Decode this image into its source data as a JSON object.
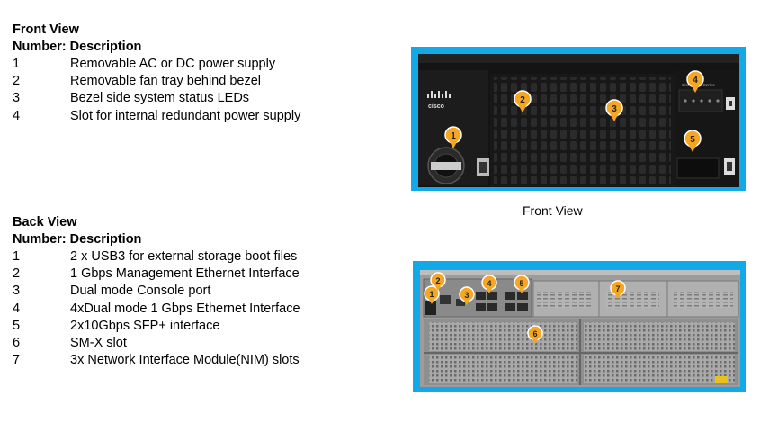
{
  "front": {
    "heading": "Front View",
    "subheading": "Number: Description",
    "items": [
      {
        "num": "1",
        "desc": "Removable AC or DC power supply"
      },
      {
        "num": "2",
        "desc": "Removable fan tray behind bezel"
      },
      {
        "num": "3",
        "desc": "Bezel side system status LEDs"
      },
      {
        "num": "4",
        "desc": "Slot for internal redundant power supply"
      }
    ],
    "caption": "Front View",
    "photo_logo": "cisco",
    "photo_series": "Cisco 4000 Series",
    "callouts": [
      "1",
      "2",
      "3",
      "4",
      "5"
    ]
  },
  "back": {
    "heading": "Back View",
    "subheading": "Number: Description",
    "items": [
      {
        "num": "1",
        "desc": "2 x USB3 for external storage boot files"
      },
      {
        "num": "2",
        "desc": "1 Gbps Management Ethernet Interface"
      },
      {
        "num": "3",
        "desc": "Dual mode Console port"
      },
      {
        "num": "4",
        "desc": "4xDual mode 1 Gbps Ethernet Interface"
      },
      {
        "num": "5",
        "desc": "2x10Gbps SFP+ interface"
      },
      {
        "num": "6",
        "desc": "SM-X slot"
      },
      {
        "num": "7",
        "desc": "3x Network Interface Module(NIM) slots"
      }
    ],
    "callouts": [
      "1",
      "2",
      "3",
      "4",
      "5",
      "6",
      "7"
    ]
  },
  "colors": {
    "photo_bg": "#13a9e6",
    "callout": "#f5a623"
  }
}
